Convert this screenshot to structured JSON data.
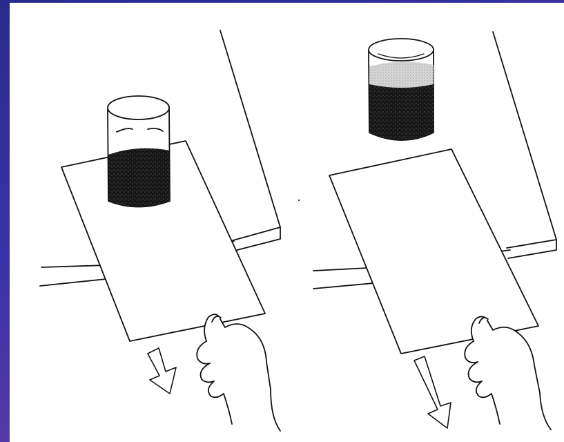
{
  "slide": {
    "background_colors": [
      "#2a2a8c",
      "#3a32a8",
      "#5a3aa8",
      "#7a4ab0"
    ],
    "accent_tab_color": "#4a8ad8"
  },
  "illustration": {
    "panels": [
      {
        "id": "panel-left",
        "scene": "glass-on-sheet-on-table",
        "arrow": "down-left"
      },
      {
        "id": "panel-right",
        "scene": "glass-falling-sheet-pulled",
        "arrow": "down-left"
      }
    ],
    "icons": [
      "glass-icon",
      "sheet-icon",
      "hand-icon",
      "arrow-icon"
    ],
    "ink_color": "#111111",
    "liquid_color": "#1b1b1b"
  }
}
